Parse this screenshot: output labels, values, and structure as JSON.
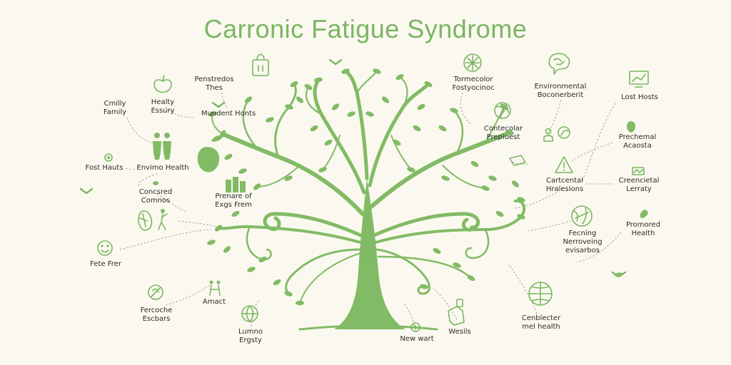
{
  "title": "Carronic Fatigue Syndrome",
  "accent_color": "#7bb564",
  "line_color": "#8a8a8a",
  "labels": [
    {
      "id": "cmilly-family",
      "text": "Cmilly\nFamily",
      "icon": "none"
    },
    {
      "id": "healty-essury",
      "text": "Healty\nEssury",
      "icon": "apple-icon"
    },
    {
      "id": "penstredos-thes",
      "text": "Penstredos\nThes",
      "icon": "heart-icon"
    },
    {
      "id": "mundent-honts",
      "text": "Mundent Honts",
      "icon": "apple-icon"
    },
    {
      "id": "fost-hauts",
      "text": "Fost Hauts",
      "icon": "leaf-icon"
    },
    {
      "id": "envimo-health",
      "text": "Envimo Health",
      "icon": "people-icon"
    },
    {
      "id": "concsred-comnos",
      "text": "Concsred\nComnos",
      "icon": "leaf-icon"
    },
    {
      "id": "prenare-ol-exgs-frem",
      "text": "Prenare of\nExgs Frem",
      "icon": "bar-chart-icon"
    },
    {
      "id": "fete-frer",
      "text": "Fete Frer",
      "icon": "smiley-icon"
    },
    {
      "id": "amact",
      "text": "Amact",
      "icon": "people-icon"
    },
    {
      "id": "fercoche-escbars",
      "text": "Fercoche\nEscbars",
      "icon": "leaf-icon"
    },
    {
      "id": "lumno-ergsty",
      "text": "Lumno\nErgsty",
      "icon": "globe-icon"
    },
    {
      "id": "new-wart",
      "text": "New wart",
      "icon": "seedling-icon"
    },
    {
      "id": "wesils",
      "text": "Wesils",
      "icon": "hand-icon"
    },
    {
      "id": "cenblecter-mel-health",
      "text": "Cenblecter\nmel health",
      "icon": "globe-icon"
    },
    {
      "id": "tormecolor-fostyocinoc",
      "text": "Tormecolor\nFostyocinoc",
      "icon": "compass-icon"
    },
    {
      "id": "environmental-boconerberit",
      "text": "Environmental\nBoconerberit",
      "icon": "brain-icon"
    },
    {
      "id": "lost-hosts",
      "text": "Lost Hosts",
      "icon": "chart-icon"
    },
    {
      "id": "contecolar-prepiuest",
      "text": "Contecolar\nPrepiuest",
      "icon": "globe-icon"
    },
    {
      "id": "prechemal-acaosta",
      "text": "Prechemal\nAcaosta",
      "icon": "leaf-icon"
    },
    {
      "id": "cartcental-hraleslons",
      "text": "Cartcental\nHraleslons",
      "icon": "warning-icon"
    },
    {
      "id": "creencietal-lerraty",
      "text": "Creencietal\nLerraty",
      "icon": "wave-icon"
    },
    {
      "id": "fecning-nerroveing-evisarbos",
      "text": "Fecning\nNerroveing\nevisarbos",
      "icon": "globe-icon"
    },
    {
      "id": "promored-health",
      "text": "Promored\nHealth",
      "icon": "leaf-icon"
    }
  ]
}
